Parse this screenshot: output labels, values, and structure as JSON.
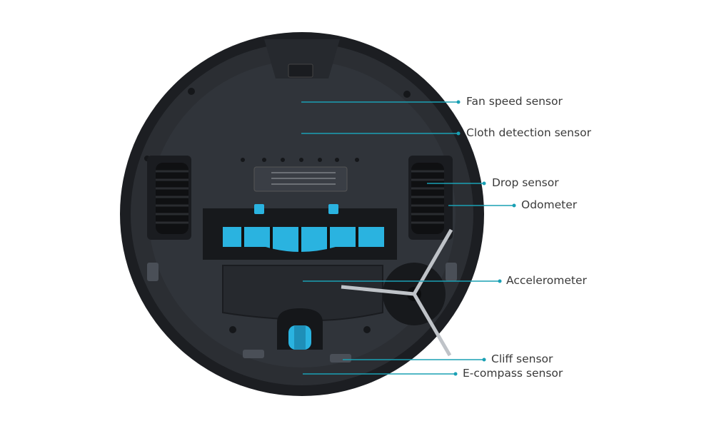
{
  "callouts": {
    "fan_speed_sensor": "Fan speed sensor",
    "cloth_detection_sensor": "Cloth detection sensor",
    "drop_sensor": "Drop sensor",
    "odometer": "Odometer",
    "accelerometer": "Accelerometer",
    "cliff_sensor": "Cliff sensor",
    "e_compass_sensor": "E-compass sensor"
  },
  "colors": {
    "background": "#ffffff",
    "robot_body": "#2b2e33",
    "robot_rim": "#1c1e22",
    "accent": "#2ab3e0",
    "leader_line": "#1aa0b4",
    "label_text": "#3a3a3a"
  }
}
